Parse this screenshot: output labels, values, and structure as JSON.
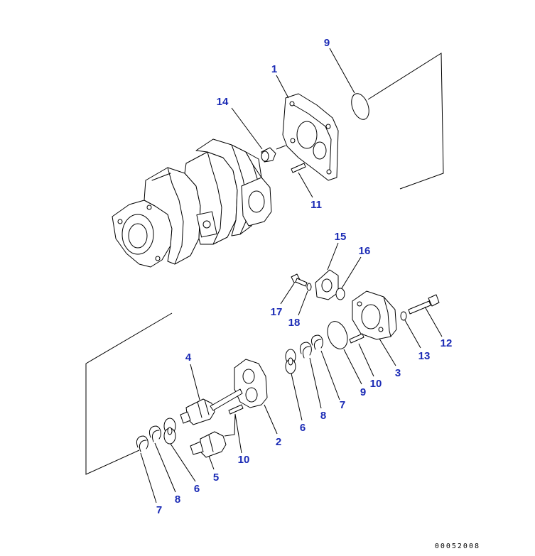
{
  "colors": {
    "callout": "#1a2ab5",
    "line": "#000000",
    "background": "#ffffff"
  },
  "drawing_id": "00052008",
  "callouts": [
    {
      "label": "9"
    },
    {
      "label": "1"
    },
    {
      "label": "14"
    },
    {
      "label": "11"
    },
    {
      "label": "15"
    },
    {
      "label": "16"
    },
    {
      "label": "17"
    },
    {
      "label": "18"
    },
    {
      "label": "12"
    },
    {
      "label": "13"
    },
    {
      "label": "3"
    },
    {
      "label": "10"
    },
    {
      "label": "9"
    },
    {
      "label": "7"
    },
    {
      "label": "8"
    },
    {
      "label": "6"
    },
    {
      "label": "4"
    },
    {
      "label": "2"
    },
    {
      "label": "10"
    },
    {
      "label": "5"
    },
    {
      "label": "6"
    },
    {
      "label": "8"
    },
    {
      "label": "7"
    }
  ]
}
